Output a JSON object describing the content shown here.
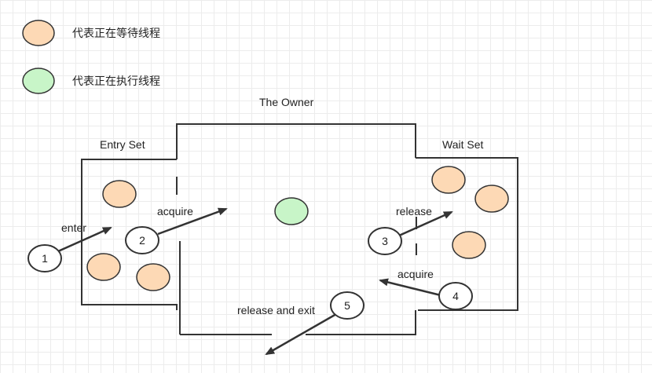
{
  "legend": {
    "waiting": {
      "label": "代表正在等待线程",
      "color": "#fdd9b5"
    },
    "running": {
      "label": "代表正在执行线程",
      "color": "#c8f5c8"
    }
  },
  "regions": {
    "owner": "The Owner",
    "entry_set": "Entry Set",
    "wait_set": "Wait Set"
  },
  "steps": {
    "s1": {
      "num": "1",
      "label": "enter"
    },
    "s2": {
      "num": "2",
      "label": "acquire"
    },
    "s3": {
      "num": "3",
      "label": "release"
    },
    "s4": {
      "num": "4",
      "label": "acquire"
    },
    "s5": {
      "num": "5",
      "label": "release and exit"
    }
  },
  "colors": {
    "stroke": "#333333",
    "arrow": "#333333"
  }
}
